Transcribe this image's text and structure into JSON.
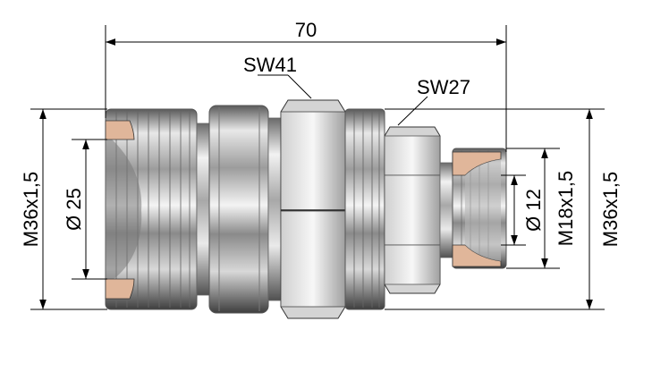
{
  "drawing": {
    "overall_length": "70",
    "wrench_large": "SW41",
    "wrench_small": "SW27",
    "thread_left": "M36x1,5",
    "bore_left": "Ø 25",
    "bore_right": "Ø 12",
    "thread_small": "M18x1,5",
    "thread_right": "M36x1,5"
  },
  "colors": {
    "line": "#000000",
    "metal_dark": "#4a4a4a",
    "metal_mid": "#9a9a9a",
    "metal_light": "#eeeeee",
    "cut_face": "#e0b69a"
  }
}
